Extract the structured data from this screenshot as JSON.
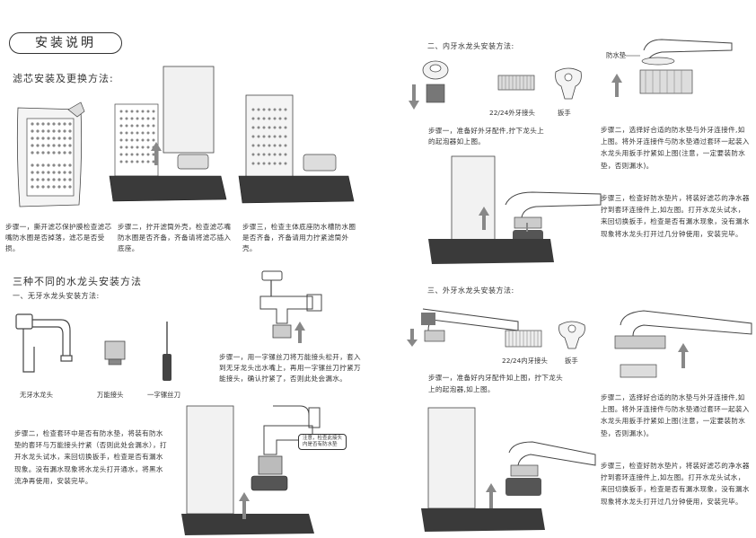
{
  "left": {
    "title": "安装说明",
    "filter_heading": "滤芯安装及更换方法:",
    "filter_steps": [
      "步骤一，撕开滤芯保护膜检查滤芯嘴防水圈是否掉落，滤芯是否受损。",
      "步骤二，拧开滤筒外壳，检查滤芯嘴防水圈是否齐备，齐备请将滤芯插入底座。",
      "步骤三，检查主体底座防水槽防水圈是否齐备，齐备请用力拧紧滤筒外壳。"
    ],
    "faucet_heading": "三种不同的水龙头安装方法",
    "section1_heading": "一、无牙水龙头安装方法:",
    "parts": [
      "无牙水龙头",
      "万能接头",
      "一字镙丝刀"
    ],
    "s1_step1": "步骤一，用一字镙丝刀将万能接头松开，套入到无牙龙头出水嘴上，再用一字镙丝刀拧紧万能接头，确认拧紧了，否则此处会漏水。",
    "s1_step2": "步骤二，检查套环中是否有防水垫，将装有防水垫的套环与万能接头拧紧（否则此处会漏水），打开水龙头试水，来回切换扳手，检查是否有漏水现象。没有漏水现象将水龙头打开通水，将黑水流净再使用，安装完毕。",
    "note": [
      "注意，检查此接头",
      "内是否有防水垫"
    ]
  },
  "right": {
    "section2_heading": "二、内牙水龙头安装方法:",
    "s2_labels": [
      "22/24外牙接头",
      "扳手",
      "防水垫"
    ],
    "s2_step1": "步骤一，准备好外牙配件,拧下龙头上的起泡器如上图。",
    "s2_step2": "步骤二，选择好合适的防水垫与外牙连接件,如上图。将外牙连接件与防水垫通过套环一起装入水龙头用扳手拧紧如上图(注意，一定要装防水垫，否则漏水)。",
    "s2_step3": "步骤三，检查好防水垫片，将装好滤芯的净水器拧到套环连接件上,如左图。打开水龙头试水，来回切换扳手，检查是否有漏水现象，没有漏水现象将水龙头打开过几分钟使用，安装完毕。",
    "section3_heading": "三、外牙水龙头安装方法:",
    "s3_labels": [
      "22/24内牙接头",
      "扳手"
    ],
    "s3_step1": "步骤一，准备好内牙配件如上图，拧下龙头上的起泡器,如上图。",
    "s3_step2": "步骤二，选择好合适的防水垫与外牙连接件,如上图。将外牙连接件与防水垫通过套环一起装入水龙头用扳手拧紧如上图(注意，一定要装防水垫，否则漏水)。",
    "s3_step3": "步骤三，检查好防水垫片，将装好滤芯的净水器拧到套环连接件上,如左图。打开水龙头试水，来回切换扳手，检查是否有漏水现象，没有漏水现象将水龙头打开过几分钟使用，安装完毕。"
  }
}
